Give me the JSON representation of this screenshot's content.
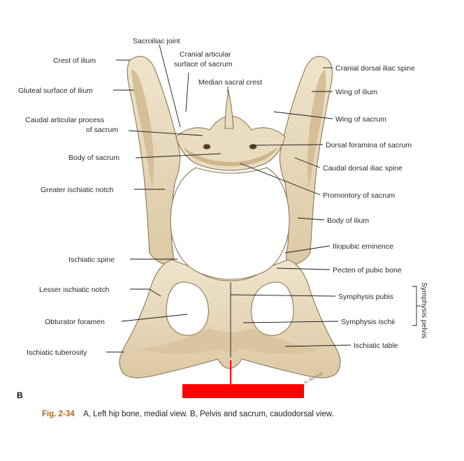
{
  "figure": {
    "panel_letter": "B",
    "caption_number": "Fig. 2-34",
    "caption_text": "A, Left hip bone, medial view. B, Pelvis and sacrum, caudodorsal view.",
    "artist_signature": "Ja Barrett",
    "colors": {
      "bone_fill": "#e9dcc0",
      "bone_shadow": "#c9b28a",
      "bone_outline": "#8c7658",
      "redaction_bar": "#ff0000",
      "caption_accent": "#b5651d"
    }
  },
  "labels": {
    "sacroiliac_joint": "Sacroiliac joint",
    "cranial_articular_1": "Cranial articular",
    "cranial_articular_2": "surface of sacrum",
    "median_sacral_crest": "Median sacral crest",
    "crest_of_ilium": "Crest of ilium",
    "gluteal_surface": "Gluteal surface of ilium",
    "caudal_articular_1": "Caudal articular process",
    "caudal_articular_2": "of sacrum",
    "body_of_sacrum": "Body of sacrum",
    "greater_ischiatic_notch": "Greater ischiatic notch",
    "ischiatic_spine": "Ischiatic spine",
    "lesser_ischiatic_notch": "Lesser ischiatic notch",
    "obturator_foramen": "Obturator foramen",
    "ischiatic_tuberosity": "Ischiatic tuberosity",
    "cranial_dorsal_iliac_spine": "Cranial dorsal iliac spine",
    "wing_of_ilium": "Wing of ilium",
    "wing_of_sacrum": "Wing of sacrum",
    "dorsal_foramina": "Dorsal foramina of sacrum",
    "caudal_dorsal_iliac_spine": "Caudal dorsal iliac spine",
    "promontory": "Promontory of sacrum",
    "body_of_ilium": "Body of ilium",
    "iliopubic_eminence": "Iliopubic eminence",
    "pecten": "Pecten of pubic bone",
    "symphysis_pubis": "Symphysis pubis",
    "symphysis_ischii": "Symphysis ischii",
    "ischiatic_table": "Ischiatic table",
    "symphysis_pelvis": "Symphysis pelvis"
  }
}
